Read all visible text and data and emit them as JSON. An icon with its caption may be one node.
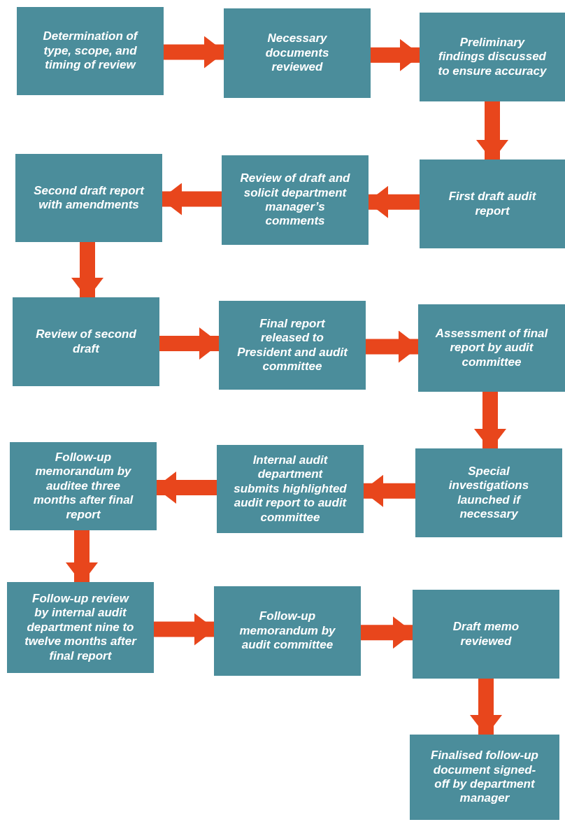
{
  "diagram": {
    "nodes": [
      {
        "text": [
          "Determination of type, scope, and timing of review"
        ]
      },
      {
        "text": [
          "Necessary documents reviewed"
        ]
      },
      {
        "text": [
          "Preliminary findings discussed to ensure accuracy"
        ]
      },
      {
        "text": [
          "Second draft report with amendments"
        ]
      },
      {
        "text": [
          "Review of draft and solicit department manager’s comments"
        ]
      },
      {
        "text": [
          "First draft audit report"
        ]
      },
      {
        "text": [
          "Review of second draft"
        ]
      },
      {
        "text": [
          "Final report released to President and audit committee"
        ]
      },
      {
        "text": [
          "Assessment of final report by audit committee"
        ]
      },
      {
        "text": [
          "Follow-up memorandum by auditee three months after final report"
        ]
      },
      {
        "text": [
          "Internal audit department submits highlighted audit report to audit committee"
        ]
      },
      {
        "text": [
          "Special investigations launched if necessary"
        ]
      },
      {
        "text": [
          "Follow-up review by internal audit department nine to twelve months after final report"
        ]
      },
      {
        "text": [
          "Follow-up memorandum by audit committee"
        ]
      },
      {
        "text": [
          "Draft memo reviewed"
        ]
      },
      {
        "text": [
          "Finalised follow-up document signed-off by department manager"
        ]
      }
    ],
    "edges": [
      {
        "from": 0,
        "to": 1,
        "arrow": "to"
      },
      {
        "from": 1,
        "to": 2,
        "arrow": "to"
      },
      {
        "from": 2,
        "to": 5,
        "arrow": "to"
      },
      {
        "from": 5,
        "to": 4,
        "arrow": "to"
      },
      {
        "from": 4,
        "to": 3,
        "arrow": "to"
      },
      {
        "from": 3,
        "to": 6,
        "arrow": "to"
      },
      {
        "from": 6,
        "to": 7,
        "arrow": "to"
      },
      {
        "from": 7,
        "to": 8,
        "arrow": "to"
      },
      {
        "from": 8,
        "to": 11,
        "arrow": "to"
      },
      {
        "from": 11,
        "to": 10,
        "arrow": "to"
      },
      {
        "from": 10,
        "to": 9,
        "arrow": "to"
      },
      {
        "from": 9,
        "to": 12,
        "arrow": "to"
      },
      {
        "from": 12,
        "to": 13,
        "arrow": "to"
      },
      {
        "from": 13,
        "to": 14,
        "arrow": "to"
      },
      {
        "from": 14,
        "to": 15,
        "arrow": "to"
      }
    ]
  }
}
